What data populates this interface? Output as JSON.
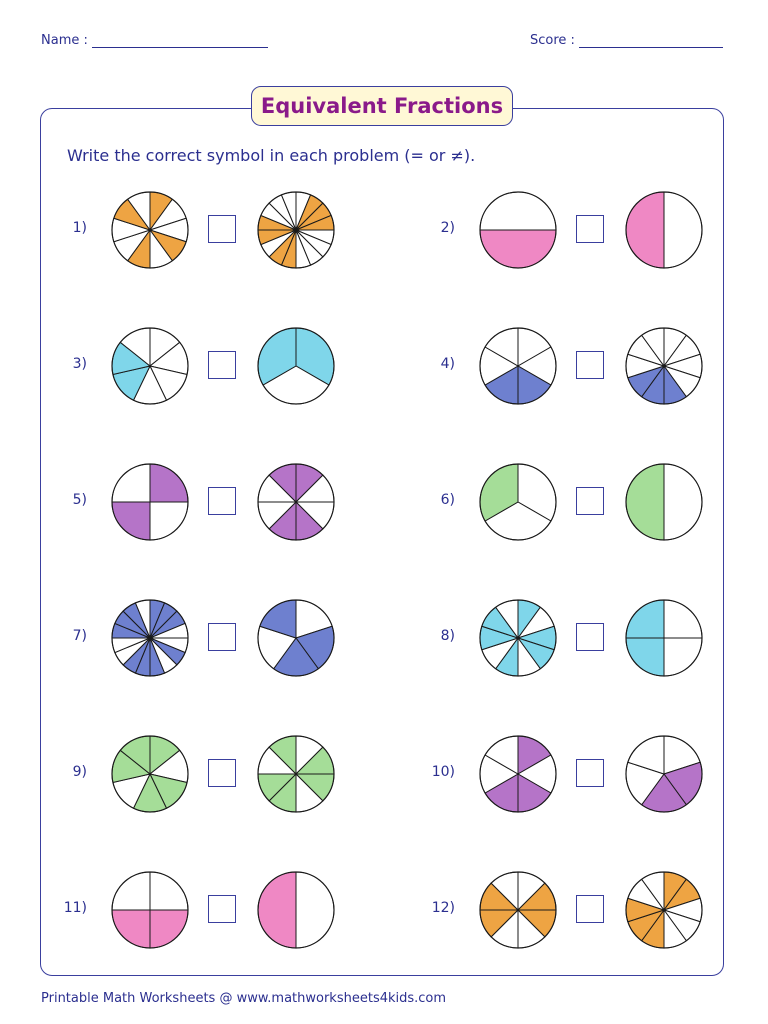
{
  "header": {
    "name_label": "Name :",
    "score_label": "Score :"
  },
  "title": "Equivalent Fractions",
  "instruction": "Write the correct symbol in each problem (= or ≠).",
  "colors": {
    "orange": "#eea443",
    "pink": "#ef88c4",
    "cyan": "#7fd6ea",
    "blue": "#6e80cf",
    "purple": "#b574c8",
    "green": "#a5dd98",
    "outline": "#1a1a1a",
    "frame": "#3a3f9e",
    "text": "#2b2f8f"
  },
  "problems": [
    {
      "label": "1)",
      "left": {
        "parts": 10,
        "shaded": [
          0,
          3,
          5,
          8
        ],
        "offset": 0,
        "color": "orange",
        "shape": "pie"
      },
      "right": {
        "parts": 16,
        "shaded": [
          1,
          2,
          3,
          8,
          9,
          11,
          12
        ],
        "offset": 0,
        "color": "orange",
        "shape": "pie"
      }
    },
    {
      "label": "2)",
      "left": {
        "parts": 2,
        "shaded": [
          1
        ],
        "color": "pink",
        "shape": "horizontal"
      },
      "right": {
        "parts": 2,
        "shaded": [
          0
        ],
        "color": "pink",
        "shape": "vertical"
      }
    },
    {
      "label": "3)",
      "left": {
        "parts": 7,
        "shaded": [
          4,
          5
        ],
        "offset": 0,
        "color": "cyan",
        "shape": "pie"
      },
      "right": {
        "parts": 3,
        "shaded": [
          0,
          2
        ],
        "offset": 0,
        "color": "cyan",
        "shape": "pie"
      }
    },
    {
      "label": "4)",
      "left": {
        "parts": 6,
        "shaded": [
          2,
          3
        ],
        "offset": 0,
        "color": "blue",
        "shape": "pie"
      },
      "right": {
        "parts": 10,
        "shaded": [
          4,
          5,
          6
        ],
        "offset": 0,
        "color": "blue",
        "shape": "pie"
      }
    },
    {
      "label": "5)",
      "left": {
        "parts": 4,
        "shaded": [
          0,
          2
        ],
        "color": "purple",
        "shape": "quad"
      },
      "right": {
        "parts": 8,
        "shaded": [
          0,
          3,
          4,
          7
        ],
        "offset": 0,
        "color": "purple",
        "shape": "pie"
      }
    },
    {
      "label": "6)",
      "left": {
        "parts": 3,
        "shaded": [
          2
        ],
        "offset": 0,
        "color": "green",
        "shape": "pie"
      },
      "right": {
        "parts": 2,
        "shaded": [
          0
        ],
        "color": "green",
        "shape": "vertical"
      }
    },
    {
      "label": "7)",
      "left": {
        "parts": 16,
        "shaded": [
          0,
          1,
          2,
          5,
          7,
          8,
          9,
          12,
          13,
          14
        ],
        "offset": 0,
        "color": "blue",
        "shape": "pie"
      },
      "right": {
        "parts": 5,
        "shaded": [
          1,
          2,
          4
        ],
        "offset": 0,
        "color": "blue",
        "shape": "pie"
      }
    },
    {
      "label": "8)",
      "left": {
        "parts": 10,
        "shaded": [
          0,
          2,
          3,
          5,
          7,
          8
        ],
        "offset": 0,
        "color": "cyan",
        "shape": "pie"
      },
      "right": {
        "parts": 4,
        "shaded": [
          2,
          3
        ],
        "color": "cyan",
        "shape": "quad"
      }
    },
    {
      "label": "9)",
      "left": {
        "parts": 7,
        "shaded": [
          0,
          2,
          3,
          5,
          6
        ],
        "offset": 0,
        "color": "green",
        "shape": "pie"
      },
      "right": {
        "parts": 8,
        "shaded": [
          1,
          2,
          4,
          5,
          7
        ],
        "offset": 0,
        "color": "green",
        "shape": "pie"
      }
    },
    {
      "label": "10)",
      "left": {
        "parts": 6,
        "shaded": [
          0,
          2,
          3
        ],
        "offset": 0,
        "color": "purple",
        "shape": "pie"
      },
      "right": {
        "parts": 5,
        "shaded": [
          1,
          2
        ],
        "offset": 0,
        "color": "purple",
        "shape": "pie"
      }
    },
    {
      "label": "11)",
      "left": {
        "parts": 4,
        "shaded": [
          1,
          2
        ],
        "color": "pink",
        "shape": "quad"
      },
      "right": {
        "parts": 2,
        "shaded": [
          0
        ],
        "color": "pink",
        "shape": "vertical"
      }
    },
    {
      "label": "12)",
      "left": {
        "parts": 8,
        "shaded": [
          1,
          2,
          5,
          6
        ],
        "offset": 0,
        "color": "orange",
        "shape": "pie"
      },
      "right": {
        "parts": 10,
        "shaded": [
          0,
          1,
          5,
          6,
          7
        ],
        "offset": 0,
        "color": "orange",
        "shape": "pie"
      }
    }
  ],
  "footer": {
    "text": "Printable Math Worksheets @ ",
    "url": "www.mathworksheets4kids.com"
  }
}
